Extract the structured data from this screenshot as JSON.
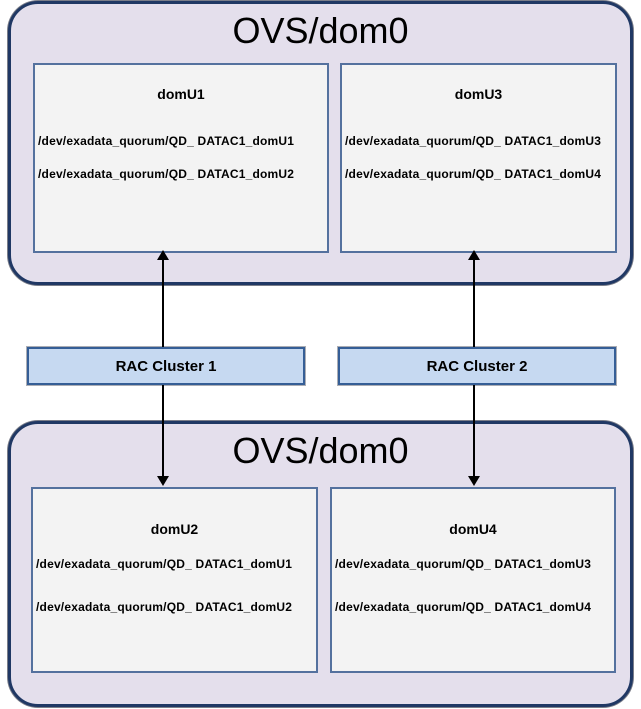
{
  "diagram": {
    "top_host": {
      "title": "OVS/dom0",
      "vms": [
        {
          "name": "domU1",
          "disks": [
            "/dev/exadata_quorum/QD_ DATAC1_domU1",
            "/dev/exadata_quorum/QD_ DATAC1_domU2"
          ]
        },
        {
          "name": "domU3",
          "disks": [
            "/dev/exadata_quorum/QD_ DATAC1_domU3",
            "/dev/exadata_quorum/QD_ DATAC1_domU4"
          ]
        }
      ]
    },
    "clusters": [
      {
        "label": "RAC Cluster 1"
      },
      {
        "label": "RAC Cluster 2"
      }
    ],
    "bottom_host": {
      "title": "OVS/dom0",
      "vms": [
        {
          "name": "domU2",
          "disks": [
            "/dev/exadata_quorum/QD_ DATAC1_domU1",
            "/dev/exadata_quorum/QD_ DATAC1_domU2"
          ]
        },
        {
          "name": "domU4",
          "disks": [
            "/dev/exadata_quorum/QD_ DATAC1_domU3",
            "/dev/exadata_quorum/QD_ DATAC1_domU4"
          ]
        }
      ]
    },
    "colors": {
      "host_fill": "#e4dfec",
      "host_border": "#203864",
      "vm_fill": "#f3f3f3",
      "vm_border": "#54719e",
      "cluster_fill": "#c6d9f1",
      "cluster_border": "#355e96",
      "arrow": "#000000"
    }
  }
}
